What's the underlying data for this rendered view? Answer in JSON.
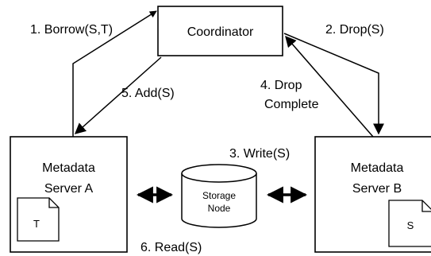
{
  "nodes": {
    "coordinator": "Coordinator",
    "server_a": {
      "line1": "Metadata",
      "line2": "Server A",
      "doc_label": "T"
    },
    "server_b": {
      "line1": "Metadata",
      "line2": "Server B",
      "doc_label": "S"
    },
    "storage": {
      "line1": "Storage",
      "line2": "Node"
    }
  },
  "edges": {
    "borrow": "1. Borrow(S,T)",
    "drop": "2. Drop(S)",
    "write": "3. Write(S)",
    "drop_complete": {
      "line1": "4. Drop",
      "line2": "Complete"
    },
    "add": "5. Add(S)",
    "read": "6. Read(S)"
  }
}
